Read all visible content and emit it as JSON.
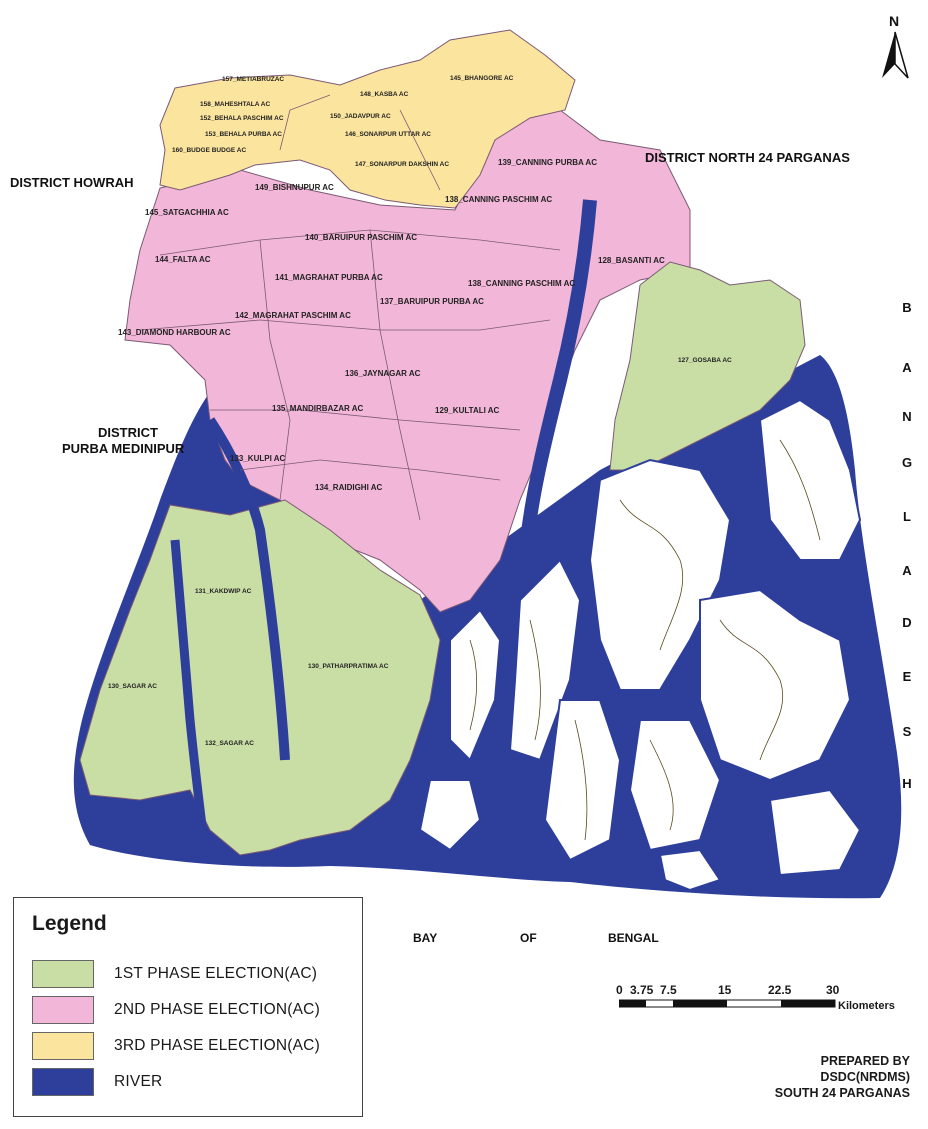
{
  "colors": {
    "phase1": "#c9dea5",
    "phase2": "#f2b6d8",
    "phase3": "#fbe49d",
    "river": "#2e3e9b",
    "boundary": "#7a5a74"
  },
  "north_arrow": {
    "letter": "N",
    "icon": "north-arrow-icon"
  },
  "districts": {
    "north": "DISTRICT NORTH 24 PARGANAS",
    "howrah": "DISTRICT HOWRAH",
    "purba_line1": "DISTRICT",
    "purba_line2": "PURBA MEDINIPUR"
  },
  "bangladesh_letters": [
    "B",
    "A",
    "N",
    "G",
    "L",
    "A",
    "D",
    "E",
    "S",
    "H"
  ],
  "bay": {
    "w1": "BAY",
    "w2": "OF",
    "w3": "BENGAL"
  },
  "ac_labels": [
    {
      "text": "157_METIABRUZAC",
      "phase": 3
    },
    {
      "text": "158_MAHESHTALA AC",
      "phase": 3
    },
    {
      "text": "152_BEHALA PASCHIM AC",
      "phase": 3
    },
    {
      "text": "153_BEHALA PURBA AC",
      "phase": 3
    },
    {
      "text": "160_BUDGE BUDGE AC",
      "phase": 3
    },
    {
      "text": "148_KASBA AC",
      "phase": 3
    },
    {
      "text": "150_JADAVPUR AC",
      "phase": 3
    },
    {
      "text": "146_SONARPUR UTTAR AC",
      "phase": 3
    },
    {
      "text": "147_SONARPUR DAKSHIN AC",
      "phase": 3
    },
    {
      "text": "145_BHANGORE AC",
      "phase": 3
    },
    {
      "text": "139_CANNING PURBA AC",
      "phase": 2
    },
    {
      "text": "149_BISHNUPUR AC",
      "phase": 2
    },
    {
      "text": "145_SATGACHHIA AC",
      "phase": 2
    },
    {
      "text": "138_CANNING PASCHIM AC",
      "phase": 2
    },
    {
      "text": "140_BARUIPUR PASCHIM AC",
      "phase": 2
    },
    {
      "text": "144_FALTA AC",
      "phase": 2
    },
    {
      "text": "141_MAGRAHAT PURBA AC",
      "phase": 2
    },
    {
      "text": "128_BASANTI AC",
      "phase": 2
    },
    {
      "text": "138_CANNING PASCHIM AC",
      "phase": 2
    },
    {
      "text": "137_BARUIPUR PURBA AC",
      "phase": 2
    },
    {
      "text": "142_MAGRAHAT PASCHIM AC",
      "phase": 2
    },
    {
      "text": "143_DIAMOND HARBOUR AC",
      "phase": 2
    },
    {
      "text": "136_JAYNAGAR AC",
      "phase": 2
    },
    {
      "text": "135_MANDIRBAZAR AC",
      "phase": 2
    },
    {
      "text": "129_KULTALI AC",
      "phase": 2
    },
    {
      "text": "133_KULPI AC",
      "phase": 2
    },
    {
      "text": "134_RAIDIGHI AC",
      "phase": 2
    },
    {
      "text": "127_GOSABA AC",
      "phase": 1
    },
    {
      "text": "131_KAKDWIP AC",
      "phase": 1
    },
    {
      "text": "130_PATHARPRATIMA AC",
      "phase": 1
    },
    {
      "text": "130_SAGAR AC",
      "phase": 1
    },
    {
      "text": "132_SAGAR AC",
      "phase": 1
    }
  ],
  "legend": {
    "title": "Legend",
    "items": [
      {
        "label": "1ST PHASE ELECTION(AC)",
        "color": "#c9dea5"
      },
      {
        "label": "2ND PHASE ELECTION(AC)",
        "color": "#f2b6d8"
      },
      {
        "label": "3RD PHASE ELECTION(AC)",
        "color": "#fbe49d"
      },
      {
        "label": "RIVER",
        "color": "#2e3e9b"
      }
    ]
  },
  "scale": {
    "ticks": [
      "0",
      "3.75",
      "7.5",
      "15",
      "22.5",
      "30"
    ],
    "unit": "Kilometers"
  },
  "credit": {
    "line1": "PREPARED BY",
    "line2": "DSDC(NRDMS)",
    "line3": "SOUTH 24 PARGANAS"
  }
}
